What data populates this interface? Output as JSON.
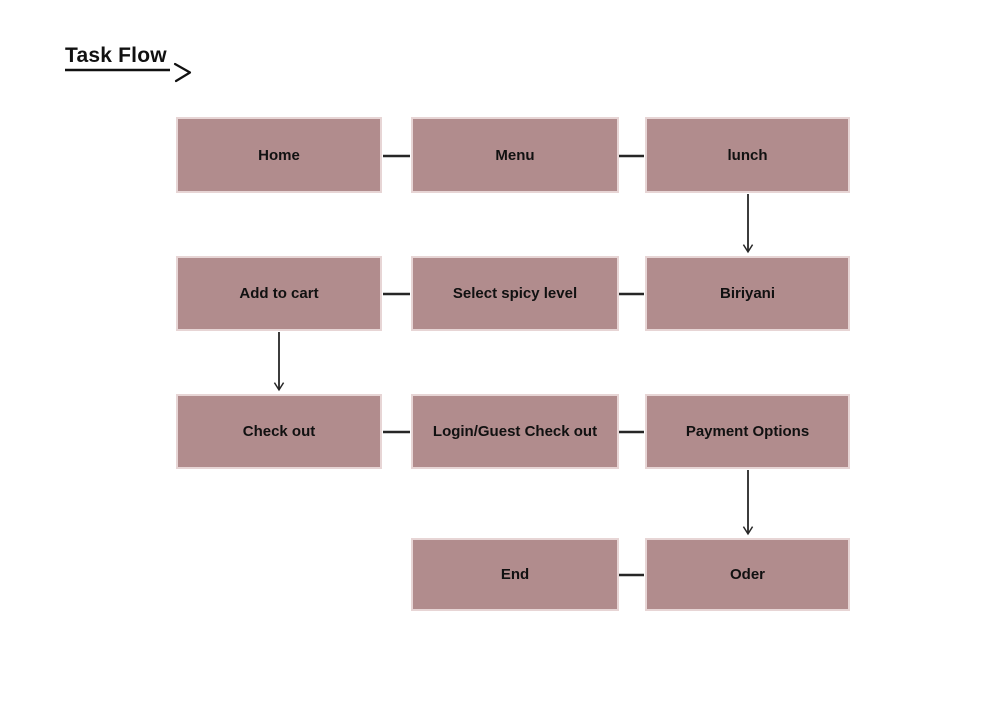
{
  "header": {
    "title": "Task Flow"
  },
  "flow": {
    "nodes": {
      "home": "Home",
      "menu": "Menu",
      "lunch": "lunch",
      "add_to_cart": "Add to cart",
      "select_spicy_level": "Select spicy level",
      "biriyani": "Biriyani",
      "check_out": "Check out",
      "login_guest_check_out": "Login/Guest Check out",
      "payment_options": "Payment Options",
      "end": "End",
      "oder": "Oder"
    },
    "edges": [
      {
        "from": "Home",
        "to": "Menu",
        "style": "line"
      },
      {
        "from": "Menu",
        "to": "lunch",
        "style": "line"
      },
      {
        "from": "lunch",
        "to": "Biriyani",
        "style": "arrow-down"
      },
      {
        "from": "Add to cart",
        "to": "Select spicy level",
        "style": "line"
      },
      {
        "from": "Select spicy level",
        "to": "Biriyani",
        "style": "line"
      },
      {
        "from": "Add to cart",
        "to": "Check out",
        "style": "arrow-down"
      },
      {
        "from": "Check out",
        "to": "Login/Guest Check out",
        "style": "line"
      },
      {
        "from": "Login/Guest Check out",
        "to": "Payment Options",
        "style": "line"
      },
      {
        "from": "Payment Options",
        "to": "Oder",
        "style": "arrow-down"
      },
      {
        "from": "End",
        "to": "Oder",
        "style": "line"
      }
    ],
    "colors": {
      "node_fill": "#b18c8d",
      "node_border": "#e7d5d5",
      "connector": "#262626",
      "text": "#111111",
      "background": "#ffffff"
    }
  }
}
